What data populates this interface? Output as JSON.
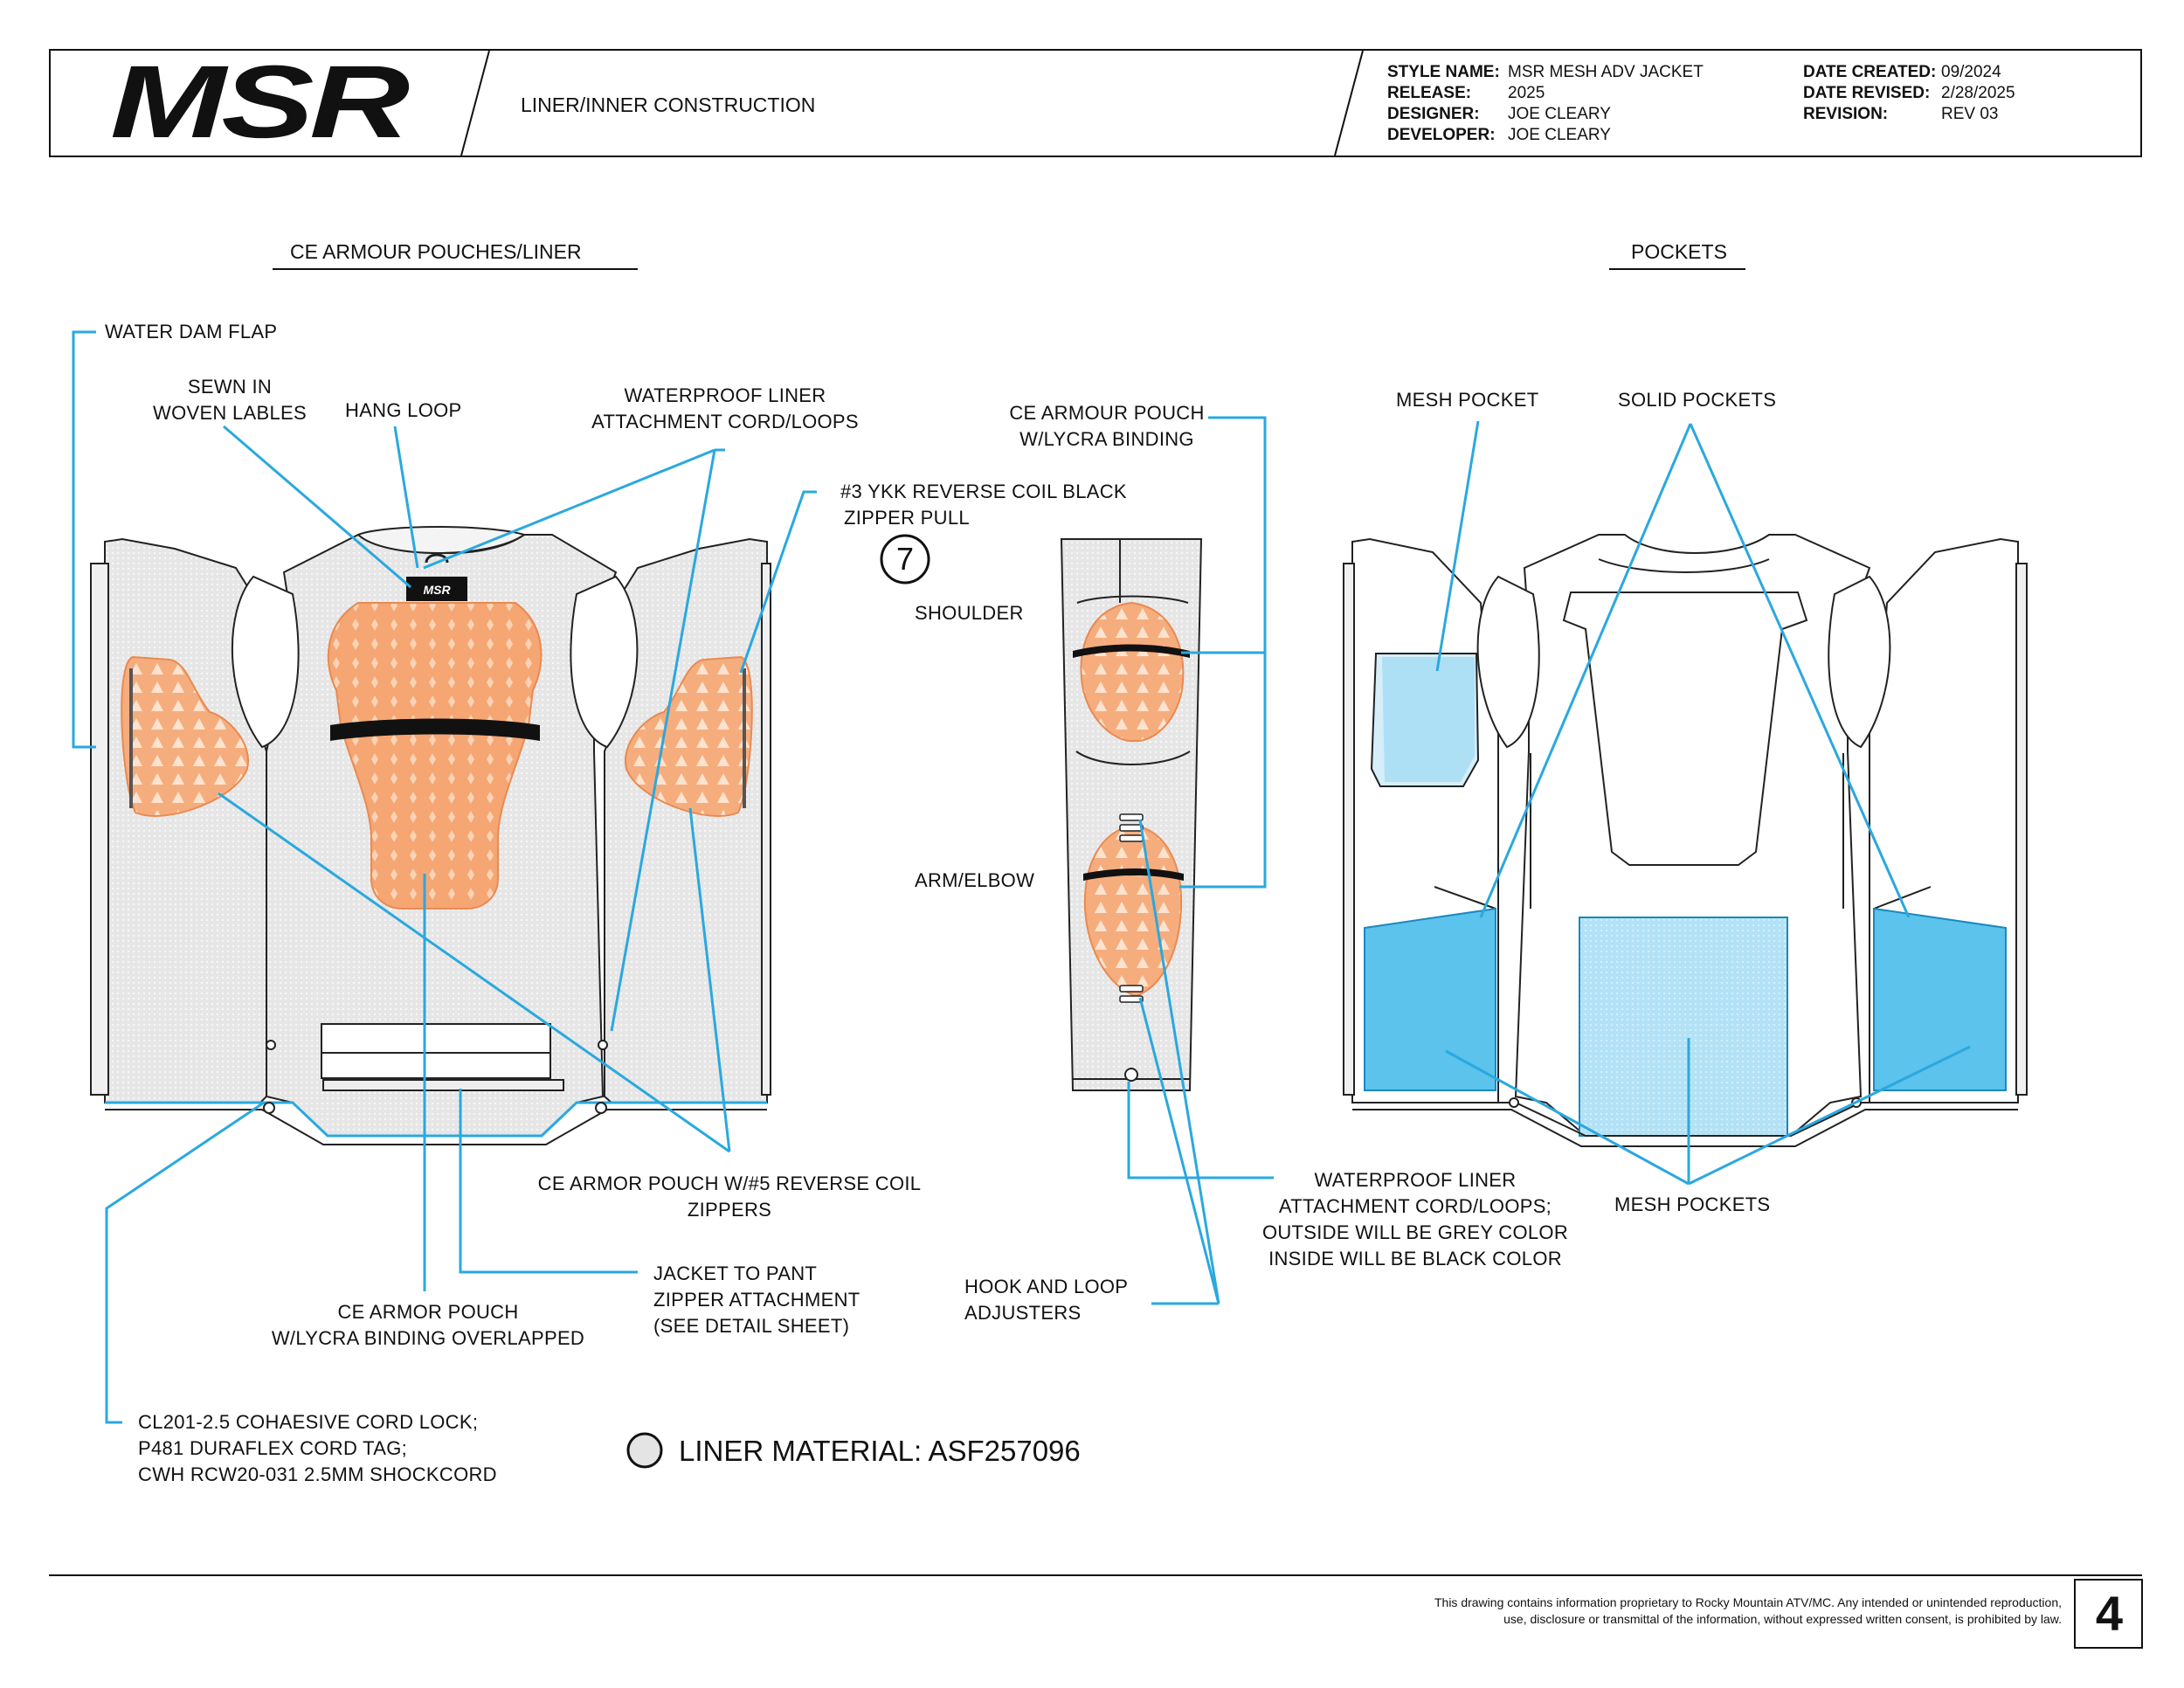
{
  "header": {
    "logo": "MSR",
    "page_title": "LINER/INNER CONSTRUCTION",
    "info_left": [
      {
        "key": "STYLE NAME:",
        "value": "MSR MESH ADV JACKET"
      },
      {
        "key": "RELEASE:",
        "value": "2025"
      },
      {
        "key": "DESIGNER:",
        "value": "JOE CLEARY"
      },
      {
        "key": "DEVELOPER:",
        "value": "JOE CLEARY"
      }
    ],
    "info_right": [
      {
        "key": "DATE CREATED:",
        "value": "09/2024"
      },
      {
        "key": "DATE REVISED:",
        "value": "2/28/2025"
      },
      {
        "key": "REVISION:",
        "value": "REV 03"
      }
    ]
  },
  "sections": {
    "left_title": "CE ARMOUR POUCHES/LINER",
    "right_title": "POCKETS"
  },
  "callouts": {
    "water_dam_flap": "WATER DAM FLAP",
    "sewn_in_labels": [
      "SEWN IN",
      "WOVEN LABLES"
    ],
    "hang_loop": "HANG LOOP",
    "waterproof_liner_top": [
      "WATERPROOF LINER",
      "ATTACHMENT CORD/LOOPS"
    ],
    "ykk_zipper": [
      "#3 YKK REVERSE COIL BLACK",
      "ZIPPER PULL"
    ],
    "zipper_pull_number": "7",
    "ce_armour_pouch_sleeve": [
      "CE ARMOUR POUCH",
      "W/LYCRA BINDING"
    ],
    "shoulder": "SHOULDER",
    "arm_elbow": "ARM/ELBOW",
    "ce_armor_pouch_zippers": [
      "CE ARMOR POUCH W/#5 REVERSE COIL",
      "ZIPPERS"
    ],
    "ce_armor_pouch_back": [
      "CE ARMOR POUCH",
      "W/LYCRA BINDING OVERLAPPED"
    ],
    "jacket_to_pant": [
      "JACKET TO PANT",
      "ZIPPER ATTACHMENT",
      "(SEE DETAIL SHEET)"
    ],
    "waterproof_liner_bottom": [
      "WATERPROOF LINER",
      "ATTACHMENT CORD/LOOPS;",
      "OUTSIDE WILL BE GREY COLOR",
      "INSIDE WILL BE BLACK COLOR"
    ],
    "hook_and_loop": [
      "HOOK AND LOOP",
      "ADJUSTERS"
    ],
    "cord_lock": [
      "CL201-2.5 COHAESIVE CORD LOCK;",
      "P481 DURAFLEX CORD TAG;",
      "CWH RCW20-031 2.5MM SHOCKCORD"
    ],
    "mesh_pocket": "MESH POCKET",
    "solid_pockets": "SOLID POCKETS",
    "mesh_pockets": "MESH POCKETS",
    "liner_material": "LINER MATERIAL: ASF257096"
  },
  "footer": {
    "disclaimer": [
      "This drawing contains information proprietary to Rocky Mountain ATV/MC. Any intended or unintended reproduction,",
      "use, disclosure or transmittal of the information, without expressed written consent, is prohibited by law."
    ],
    "page_number": "4"
  },
  "colors": {
    "callout": "#2aa8df",
    "armour": "#f5a673",
    "pocket_blue": "#5bc3ec",
    "pocket_light": "#aee0f5",
    "liner": "#e4e4e4"
  }
}
